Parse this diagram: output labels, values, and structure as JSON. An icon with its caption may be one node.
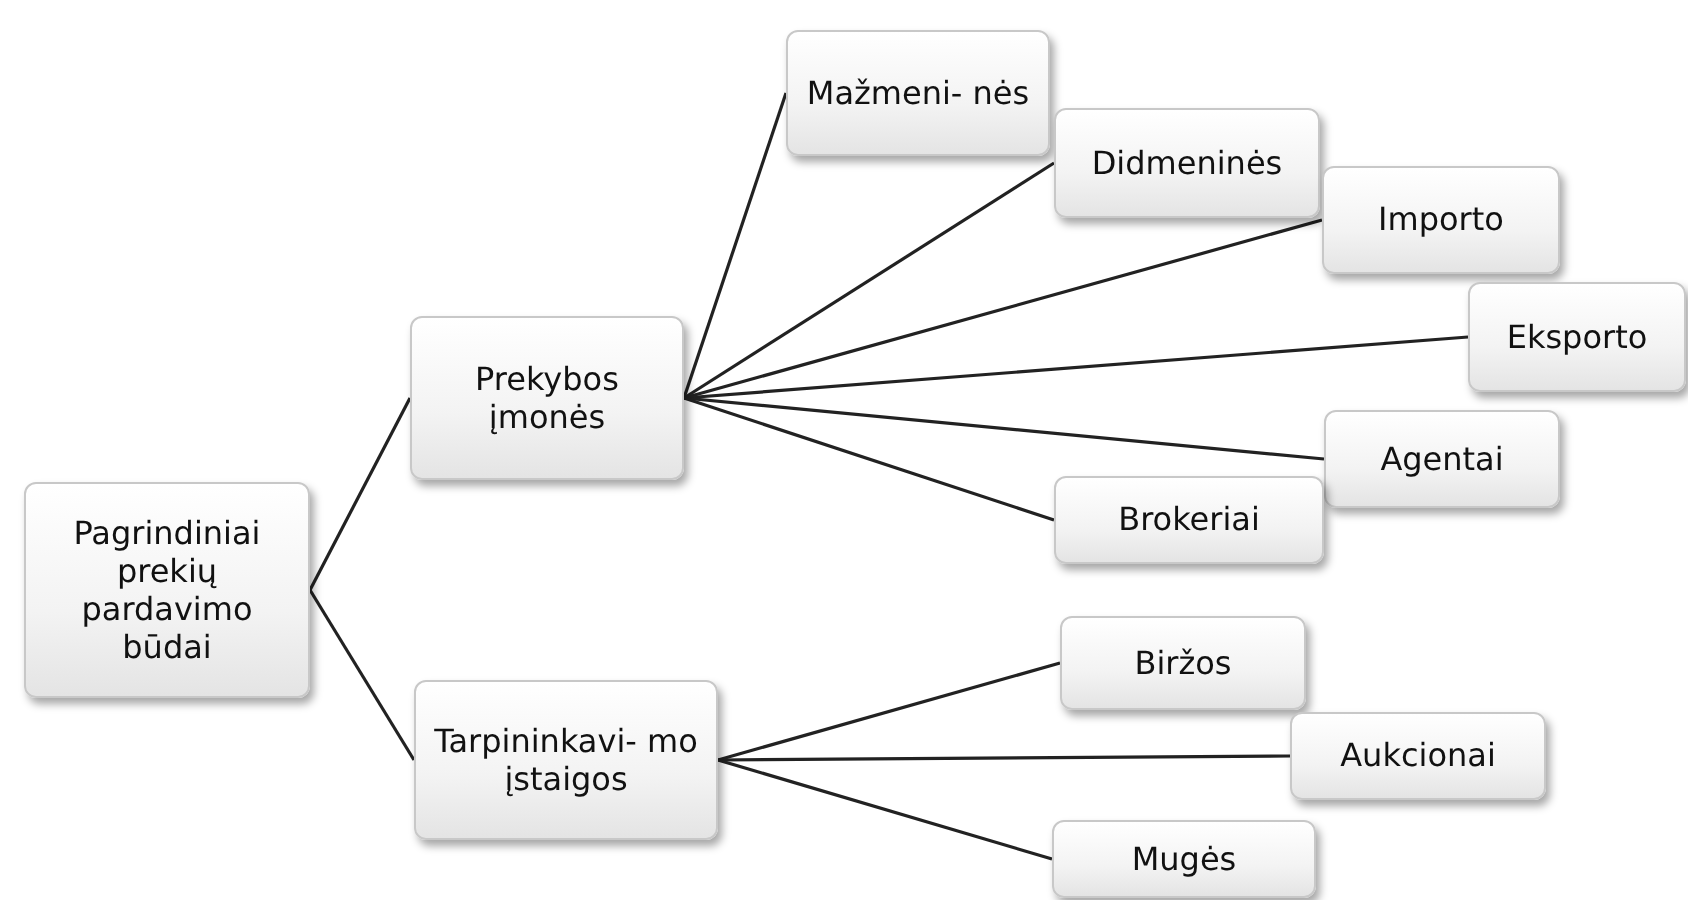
{
  "diagram": {
    "nodes": [
      {
        "text": [
          "Pagrindiniai prekių pardavimo būdai"
        ]
      },
      {
        "text": [
          "Prekybos įmonės"
        ]
      },
      {
        "text": [
          "Tarpininkavi- mo įstaigos"
        ]
      },
      {
        "text": [
          "Mažmeni- nės"
        ]
      },
      {
        "text": [
          "Didmeninės"
        ]
      },
      {
        "text": [
          "Importo"
        ]
      },
      {
        "text": [
          "Eksporto"
        ]
      },
      {
        "text": [
          "Agentai"
        ]
      },
      {
        "text": [
          "Brokeriai"
        ]
      },
      {
        "text": [
          "Biržos"
        ]
      },
      {
        "text": [
          "Aukcionai"
        ]
      },
      {
        "text": [
          "Mugės"
        ]
      }
    ],
    "edges": [
      {
        "from": 0,
        "to": 1,
        "arrow": "none"
      },
      {
        "from": 0,
        "to": 2,
        "arrow": "none"
      },
      {
        "from": 1,
        "to": 3,
        "arrow": "none"
      },
      {
        "from": 1,
        "to": 4,
        "arrow": "none"
      },
      {
        "from": 1,
        "to": 5,
        "arrow": "none"
      },
      {
        "from": 1,
        "to": 6,
        "arrow": "none"
      },
      {
        "from": 1,
        "to": 7,
        "arrow": "none"
      },
      {
        "from": 1,
        "to": 8,
        "arrow": "none"
      },
      {
        "from": 2,
        "to": 9,
        "arrow": "none"
      },
      {
        "from": 2,
        "to": 10,
        "arrow": "none"
      },
      {
        "from": 2,
        "to": 11,
        "arrow": "none"
      }
    ]
  }
}
